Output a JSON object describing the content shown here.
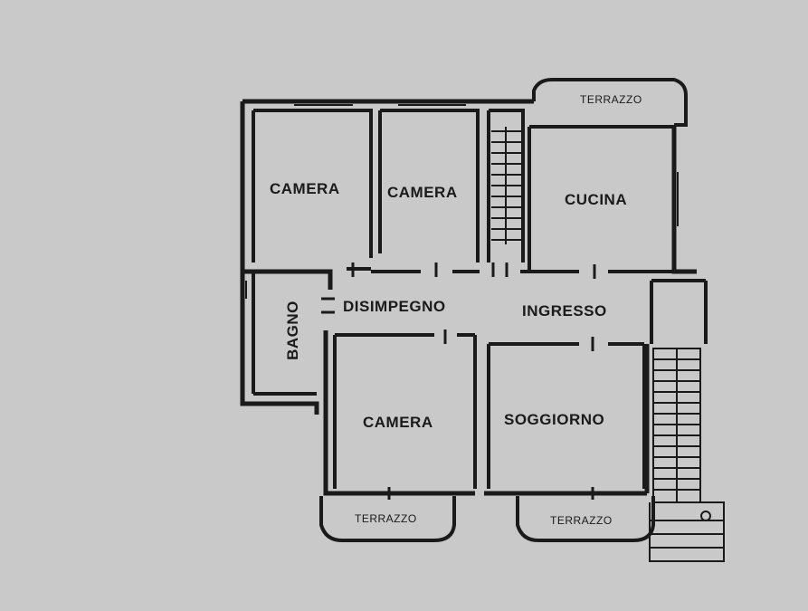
{
  "rooms": {
    "camera_1": "CAMERA",
    "camera_2": "CAMERA",
    "cucina": "CUCINA",
    "disimpegno": "DISIMPEGNO",
    "ingresso": "INGRESSO",
    "bagno": "BAGNO",
    "camera_3": "CAMERA",
    "soggiorno": "SOGGIORNO",
    "terrazzo_top": "TERRAZZO",
    "terrazzo_left": "TERRAZZO",
    "terrazzo_right": "TERRAZZO"
  },
  "colors": {
    "background": "#c9c9c9",
    "wall": "#1a1a1a",
    "floor": "#d4d4d4"
  }
}
